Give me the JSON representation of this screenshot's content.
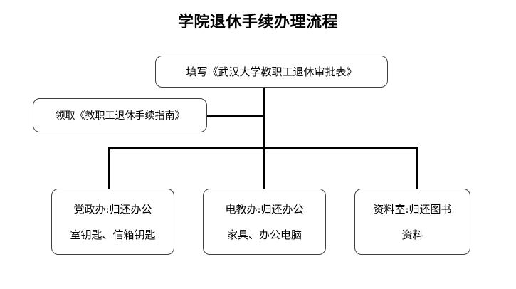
{
  "diagram": {
    "title": "学院退休手续办理流程",
    "nodes": {
      "top": {
        "text": "填写《武汉大学教职工退休审批表》"
      },
      "guide": {
        "text": "领取《教职工退休手续指南》"
      },
      "party_office": {
        "line1": "党政办:归还办公",
        "line2": "室钥匙、信箱钥匙"
      },
      "etech_office": {
        "line1": "电教办:归还办公",
        "line2": "家具、办公电脑"
      },
      "library_room": {
        "line1": "资料室:归还图书",
        "line2": "资料"
      }
    },
    "colors": {
      "background": "#ffffff",
      "text": "#000000",
      "node_border": "#3f3f3f",
      "connector": "#000000"
    }
  }
}
